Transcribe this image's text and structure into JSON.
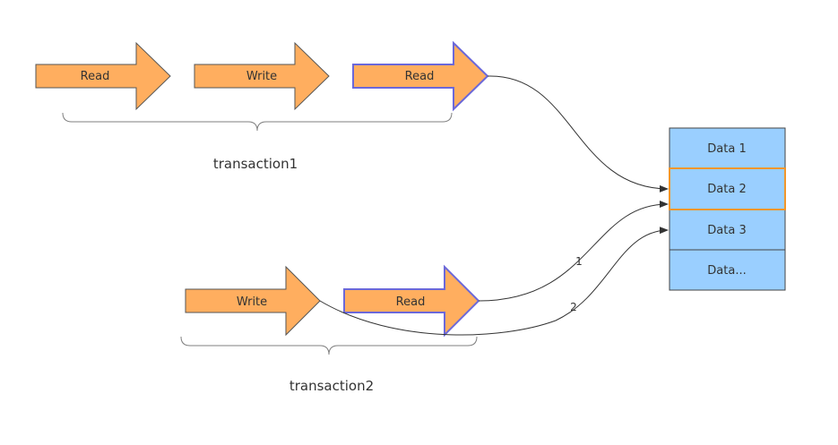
{
  "colors": {
    "arrow_fill": "#FFAE5F",
    "arrow_stroke_default": "#555555",
    "arrow_stroke_selected": "#6B68D9",
    "cell_fill": "#9ACFFF",
    "cell_stroke": "#444444",
    "cell_highlight_stroke": "#F0962C",
    "connector": "#333333",
    "brace": "#7F7F7F"
  },
  "transaction1": {
    "label": "transaction1",
    "steps": [
      {
        "label": "Read",
        "selected": false
      },
      {
        "label": "Write",
        "selected": false
      },
      {
        "label": "Read",
        "selected": true
      }
    ]
  },
  "transaction2": {
    "label": "transaction2",
    "steps": [
      {
        "label": "Write",
        "selected": false
      },
      {
        "label": "Read",
        "selected": true
      }
    ]
  },
  "data_table": {
    "cells": [
      {
        "label": "Data 1",
        "highlighted": false
      },
      {
        "label": "Data 2",
        "highlighted": true
      },
      {
        "label": "Data 3",
        "highlighted": false
      },
      {
        "label": "Data...",
        "highlighted": false
      }
    ]
  },
  "connectors": [
    {
      "label": ""
    },
    {
      "label": "1"
    },
    {
      "label": "2"
    }
  ]
}
